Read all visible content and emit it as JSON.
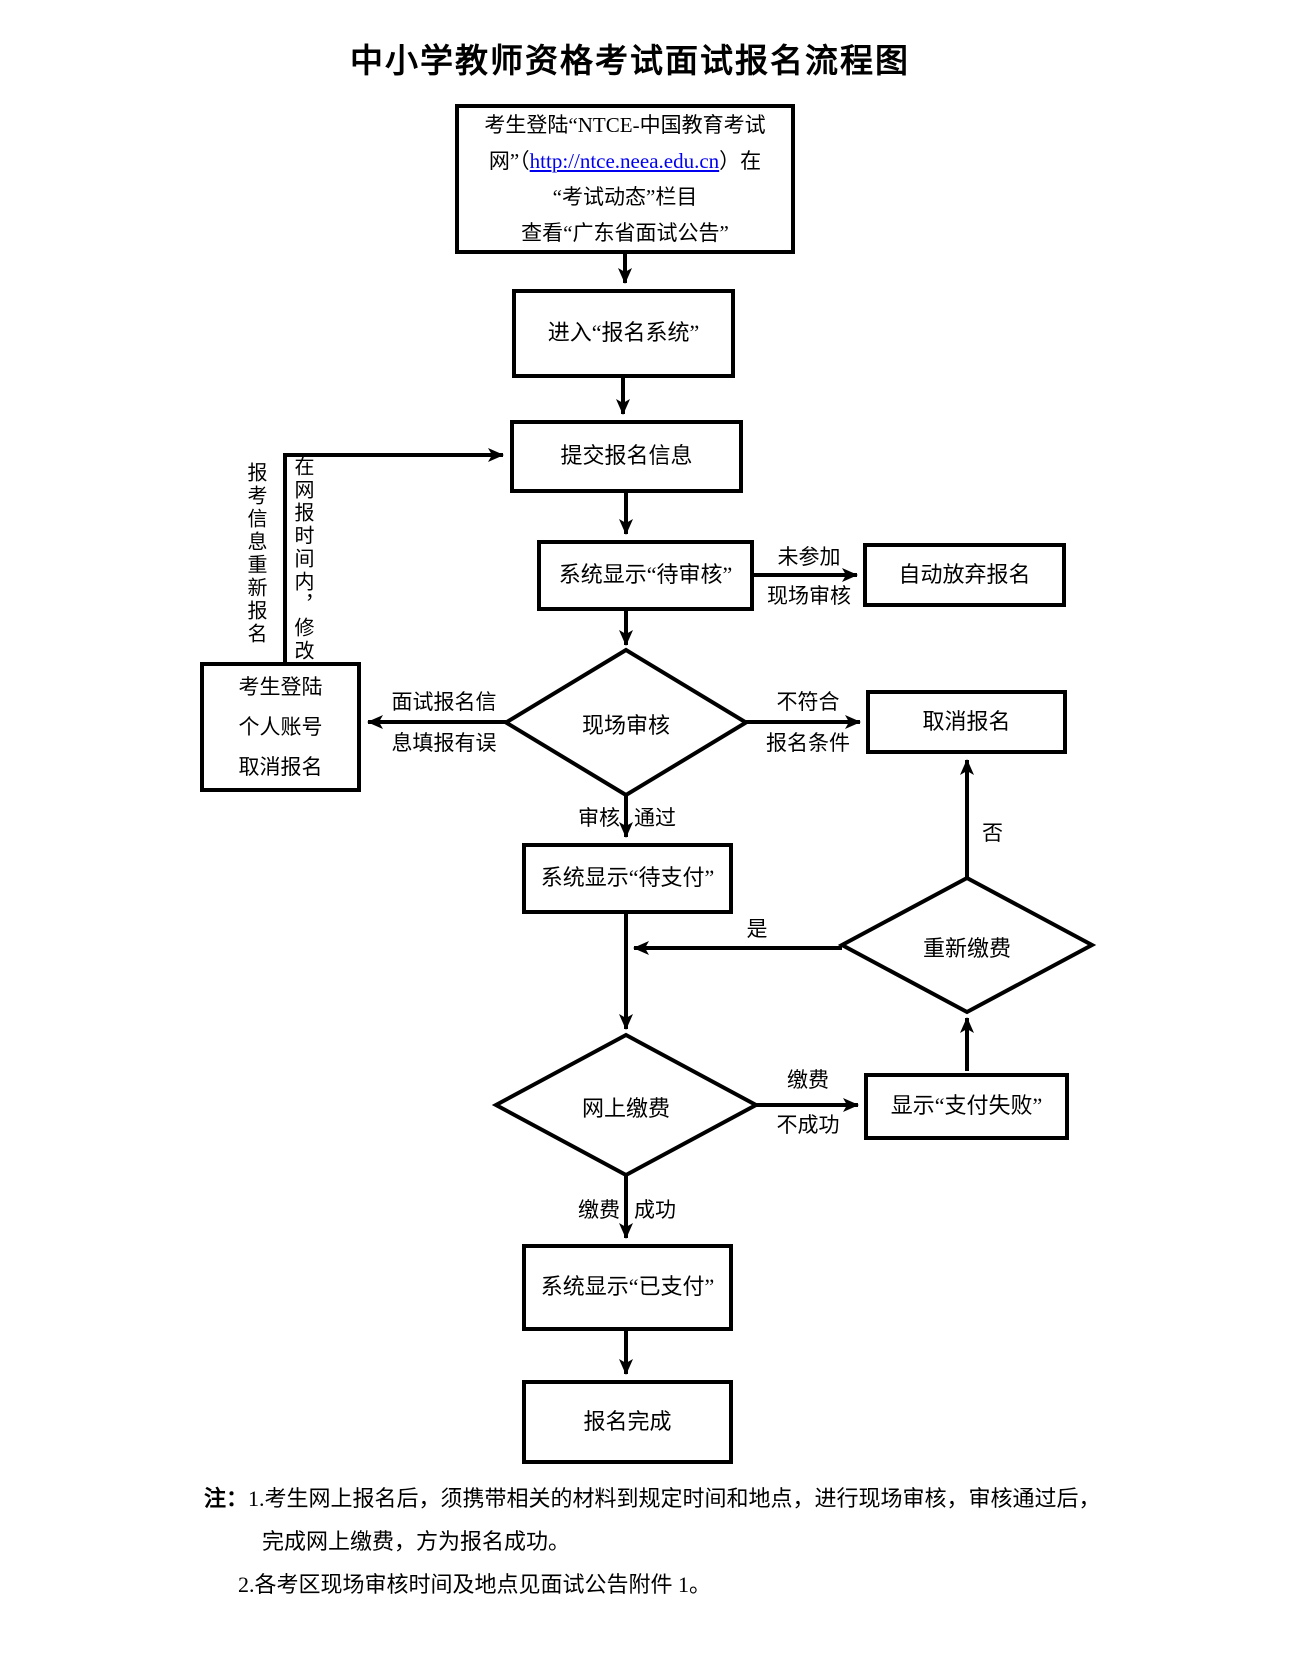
{
  "title": "中小学教师资格考试面试报名流程图",
  "nodes": {
    "notice": {
      "line1": "考生登陆“NTCE-中国教育考试",
      "line2_pre": "网”（",
      "link": "http://ntce.neea.edu.cn",
      "line2_post": "）在",
      "line3": "“考试动态”栏目",
      "line4": "查看“广东省面试公告”"
    },
    "enter_system": "进入“报名系统”",
    "submit_info": "提交报名信息",
    "pending_review": "系统显示“待审核”",
    "auto_abandon": "自动放弃报名",
    "onsite_review": "现场审核",
    "cancel_account": [
      "考生登陆",
      "个人账号",
      "取消报名"
    ],
    "cancel_registration": "取消报名",
    "wait_payment": "系统显示“待支付”",
    "online_payment": "网上缴费",
    "repay": "重新缴费",
    "payment_failed": "显示“支付失败”",
    "paid": "系统显示“已支付”",
    "complete": "报名完成"
  },
  "edge_labels": {
    "not_attended_1": "未参加",
    "not_attended_2": "现场审核",
    "info_error_1": "面试报名信",
    "info_error_2": "息填报有误",
    "not_qualified_1": "不符合",
    "not_qualified_2": "报名条件",
    "review": "审核",
    "pass": "通过",
    "pay": "缴费",
    "success": "成功",
    "pay_fail_1": "缴费",
    "pay_fail_2": "不成功",
    "yes": "是",
    "no": "否",
    "loop_col_right": "在网报时间内，修改",
    "loop_col_left": "报考信息重新报名"
  },
  "notes": {
    "prefix": "注：",
    "line1": "1.考生网上报名后，须携带相关的材料到规定时间和地点，进行现场审核，审核通过后，",
    "line2": "完成网上缴费，方为报名成功。",
    "line3": "2.各考区现场审核时间及地点见面试公告附件 1。"
  },
  "colors": {
    "link": "#0000ee",
    "line": "#000000",
    "background": "#ffffff"
  }
}
